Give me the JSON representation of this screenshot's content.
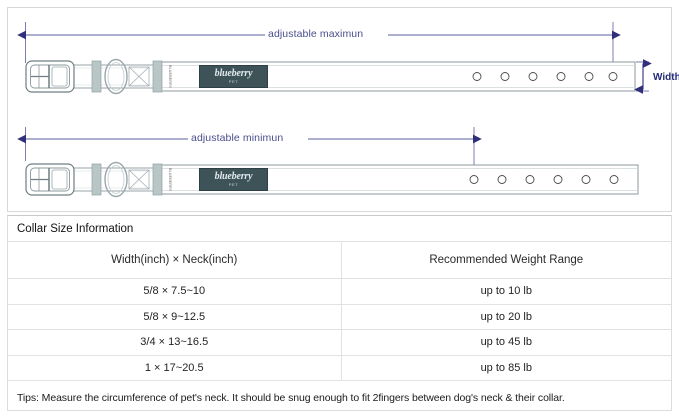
{
  "diagram": {
    "rows": [
      {
        "id": "maximum",
        "dimension_label": "adjustable maximun",
        "brand_name": "blueberry",
        "brand_sub": "PET",
        "keeper_text": "BLUEBERRY",
        "hole_count": 6
      },
      {
        "id": "minimum",
        "dimension_label": "adjustable minimun",
        "brand_name": "blueberry",
        "brand_sub": "PET",
        "keeper_text": "BLUEBERRY",
        "hole_count": 6
      }
    ],
    "width_label": "Width",
    "colors": {
      "dimension_line": "#5b5fa0",
      "arrow": "#2f2f7a",
      "strap_outline": "#8d9a9e",
      "hardware_fill": "#b9c6c6",
      "tag_fill": "#3d5358"
    }
  },
  "table": {
    "section_title": "Collar Size Information",
    "headers": [
      "Width(inch)  ×  Neck(inch)",
      "Recommended Weight Range"
    ],
    "rows": [
      [
        "5/8 × 7.5~10",
        "up to 10 lb"
      ],
      [
        "5/8 × 9~12.5",
        "up to 20 lb"
      ],
      [
        "3/4 × 13~16.5",
        "up to 45 lb"
      ],
      [
        "1 × 17~20.5",
        "up to 85 lb"
      ]
    ],
    "tips": "Tips: Measure the circumference of pet's neck. It should be snug enough to fit 2fingers between dog's neck & their collar."
  }
}
